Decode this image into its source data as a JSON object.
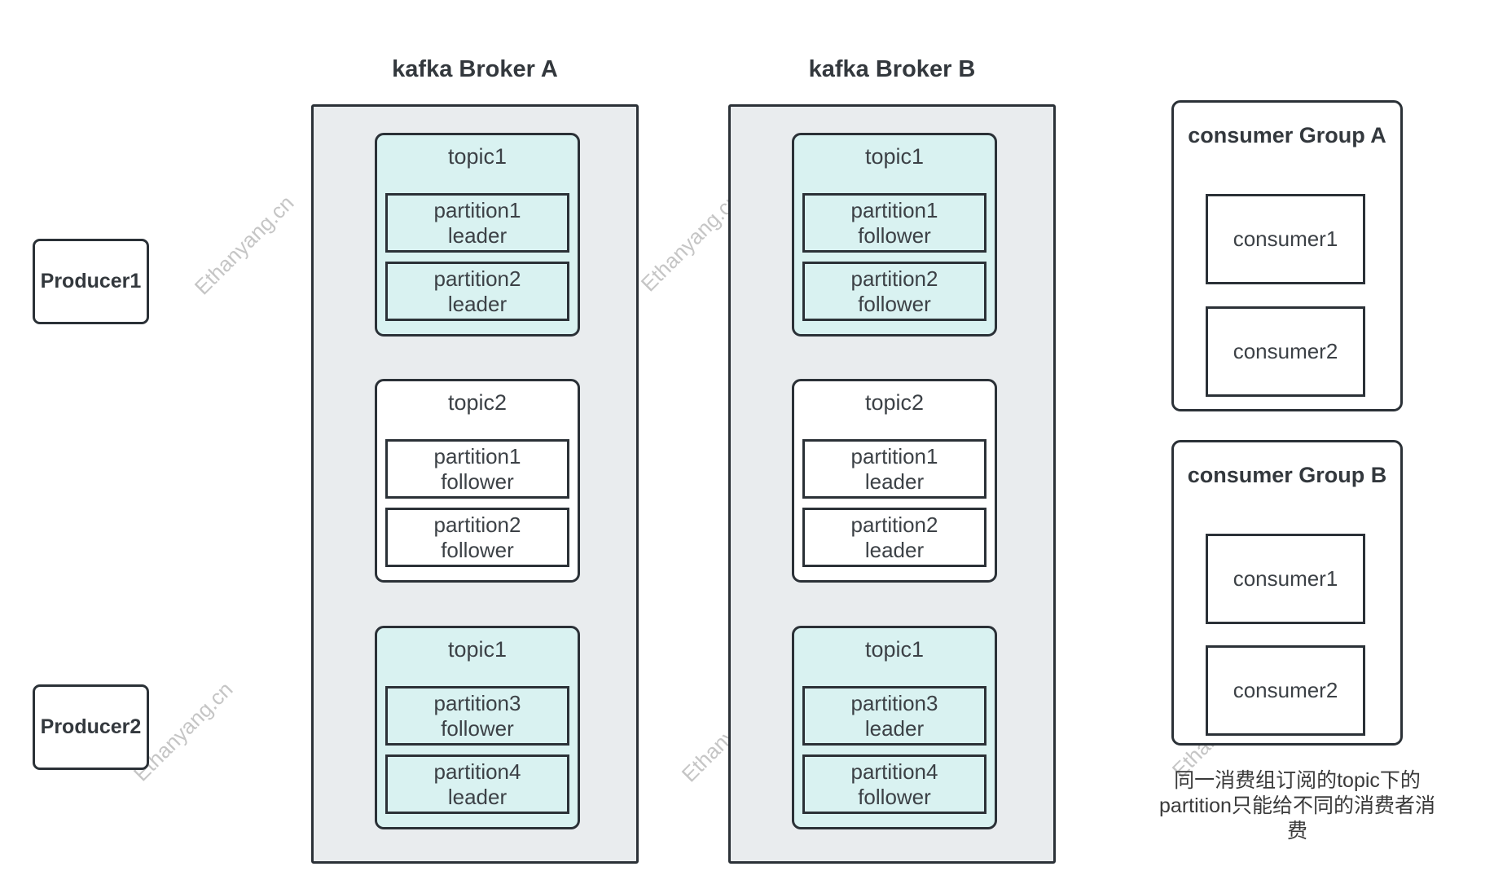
{
  "watermark": {
    "text": "Ethanyang.cn"
  },
  "producers": [
    {
      "label": "Producer1"
    },
    {
      "label": "Producer2"
    }
  ],
  "brokers": [
    {
      "title": "kafka Broker A",
      "topics": [
        {
          "name": "topic1",
          "variant": "cyan",
          "partitions": [
            {
              "line1": "partition1",
              "line2": "leader"
            },
            {
              "line1": "partition2",
              "line2": "leader"
            }
          ]
        },
        {
          "name": "topic2",
          "variant": "white",
          "partitions": [
            {
              "line1": "partition1",
              "line2": "follower"
            },
            {
              "line1": "partition2",
              "line2": "follower"
            }
          ]
        },
        {
          "name": "topic1",
          "variant": "cyan",
          "partitions": [
            {
              "line1": "partition3",
              "line2": "follower"
            },
            {
              "line1": "partition4",
              "line2": "leader"
            }
          ]
        }
      ]
    },
    {
      "title": "kafka Broker B",
      "topics": [
        {
          "name": "topic1",
          "variant": "cyan",
          "partitions": [
            {
              "line1": "partition1",
              "line2": "follower"
            },
            {
              "line1": "partition2",
              "line2": "follower"
            }
          ]
        },
        {
          "name": "topic2",
          "variant": "white",
          "partitions": [
            {
              "line1": "partition1",
              "line2": "leader"
            },
            {
              "line1": "partition2",
              "line2": "leader"
            }
          ]
        },
        {
          "name": "topic1",
          "variant": "cyan",
          "partitions": [
            {
              "line1": "partition3",
              "line2": "leader"
            },
            {
              "line1": "partition4",
              "line2": "follower"
            }
          ]
        }
      ]
    }
  ],
  "consumer_groups": [
    {
      "title": "consumer Group A",
      "consumers": [
        {
          "label": "consumer1"
        },
        {
          "label": "consumer2"
        }
      ]
    },
    {
      "title": "consumer Group B",
      "consumers": [
        {
          "label": "consumer1"
        },
        {
          "label": "consumer2"
        }
      ]
    }
  ],
  "note": {
    "lines": [
      "同一消费组订阅的topic下的",
      "partition只能给不同的消费者消",
      "费"
    ],
    "full_text": "同一消费组订阅的topic下的partition只能给不同的消费者消费"
  },
  "colors": {
    "broker_fill": "#e9ecee",
    "topic_cyan_fill": "#d9f2f1",
    "topic_white_fill": "#ffffff",
    "border_dark": "#2b3137",
    "text_dark": "#3c4146",
    "watermark_gray": "#c5c5c5"
  }
}
